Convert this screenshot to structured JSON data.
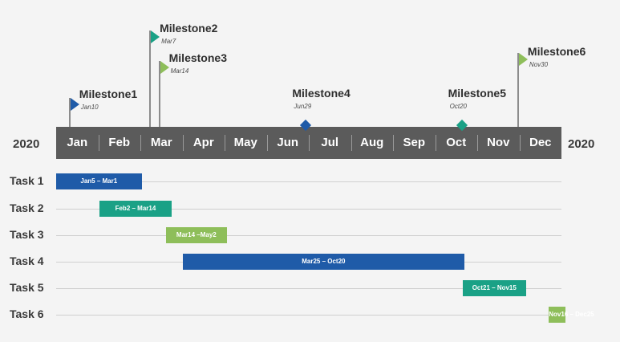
{
  "year_left": "2020",
  "year_right": "2020",
  "months": [
    "Jan",
    "Feb",
    "Mar",
    "Apr",
    "May",
    "Jun",
    "Jul",
    "Aug",
    "Sep",
    "Oct",
    "Nov",
    "Dec"
  ],
  "colors": {
    "dark_blue": "#1f5ba8",
    "teal": "#1aa186",
    "light_green": "#8ebe5a",
    "timeline": "#5b5b5b"
  },
  "milestones": [
    {
      "title": "Milestone1",
      "date": "Jan10",
      "marker": "flag",
      "color": "dark_blue",
      "month_pos": 0.32
    },
    {
      "title": "Milestone2",
      "date": "Mar7",
      "marker": "flag",
      "color": "teal",
      "month_pos": 2.23
    },
    {
      "title": "Milestone3",
      "date": "Mar14",
      "marker": "flag",
      "color": "light_green",
      "month_pos": 2.45
    },
    {
      "title": "Milestone4",
      "date": "Jun29",
      "marker": "diamond",
      "color": "dark_blue",
      "month_pos": 5.95
    },
    {
      "title": "Milestone5",
      "date": "Oct20",
      "marker": "diamond",
      "color": "teal",
      "month_pos": 9.65
    },
    {
      "title": "Milestone6",
      "date": "Nov30",
      "marker": "flag",
      "color": "light_green",
      "month_pos": 10.97
    }
  ],
  "tasks": [
    {
      "label": "Task 1",
      "range": "Jan5 – Mar1",
      "start": 0.0,
      "end": 2.03,
      "color": "dark_blue"
    },
    {
      "label": "Task 2",
      "range": "Feb2 – Mar14",
      "start": 1.03,
      "end": 2.74,
      "color": "teal"
    },
    {
      "label": "Task 3",
      "range": "Mar14 –May2",
      "start": 2.61,
      "end": 4.05,
      "color": "light_green"
    },
    {
      "label": "Task 4",
      "range": "Mar25 – Oct20",
      "start": 3.0,
      "end": 9.7,
      "color": "dark_blue"
    },
    {
      "label": "Task 5",
      "range": "Oct21 – Nov15",
      "start": 9.65,
      "end": 11.16,
      "color": "teal"
    },
    {
      "label": "Task 6",
      "range": "Nov16 – Dec25",
      "start": 11.7,
      "end": 12.1,
      "color": "light_green"
    }
  ]
}
